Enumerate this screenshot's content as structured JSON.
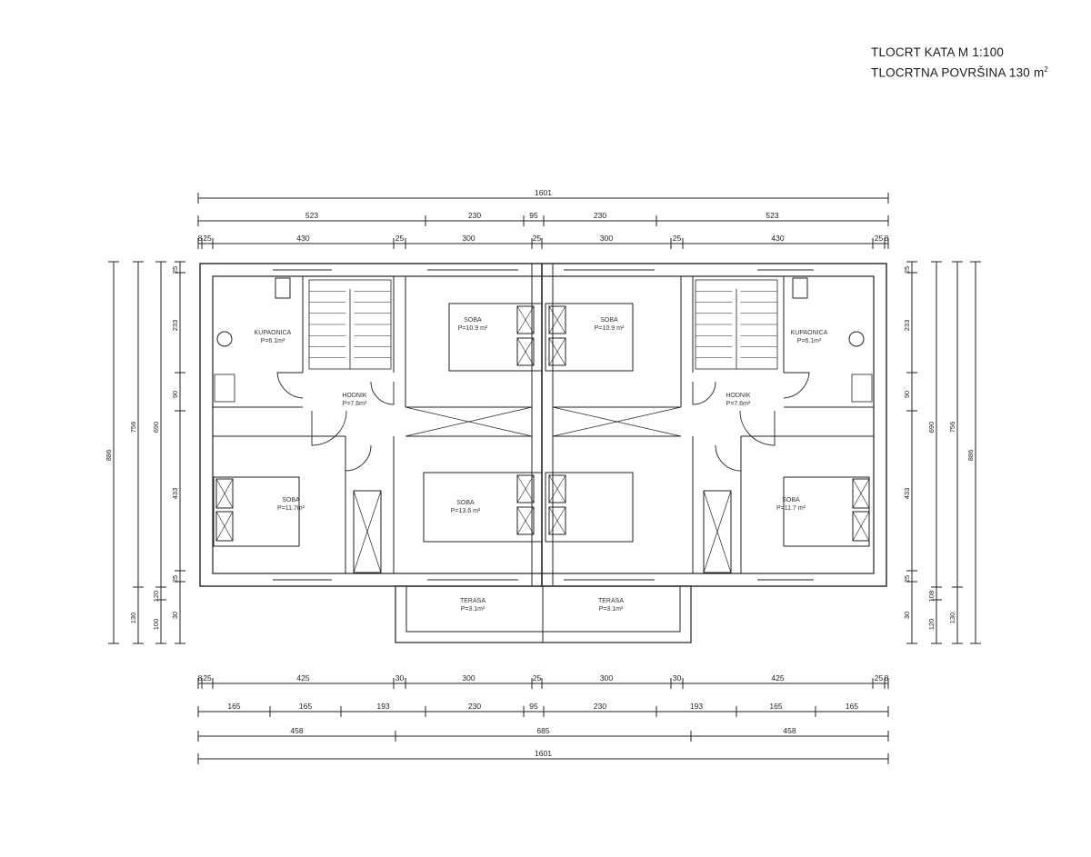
{
  "title": {
    "line1": "TLOCRT KATA  M 1:100",
    "line2_prefix": "TLOCRTNA POVRŠINA 130 m",
    "line2_sup": "2"
  },
  "dims_top": {
    "total": "1601",
    "row2": [
      "523",
      "230",
      "95",
      "230",
      "523"
    ],
    "row3": [
      "8",
      "25",
      "430",
      "25",
      "300",
      "25",
      "300",
      "25",
      "430",
      "25",
      "8"
    ]
  },
  "dims_bottom": {
    "row1": [
      "8",
      "25",
      "425",
      "30",
      "300",
      "25",
      "300",
      "30",
      "425",
      "25",
      "8"
    ],
    "row2": [
      "165",
      "165",
      "193",
      "230",
      "95",
      "230",
      "193",
      "165",
      "165"
    ],
    "row3": [
      "458",
      "685",
      "458"
    ],
    "total": "1601"
  },
  "dims_left": {
    "outer": "886",
    "second": [
      "756",
      "130"
    ],
    "third": [
      "690",
      "120",
      "100"
    ],
    "inner": [
      "25",
      "233",
      "90",
      "433",
      "25",
      "30"
    ]
  },
  "dims_right": {
    "outer": "886",
    "second": [
      "756",
      "130"
    ],
    "third": [
      "690",
      "108",
      "120"
    ],
    "inner": [
      "25",
      "233",
      "90",
      "433",
      "25",
      "30"
    ]
  },
  "rooms": [
    {
      "name": "KUPAONICA",
      "area": "P=6.1m²"
    },
    {
      "name": "HODNIK",
      "area": "P=7.6m²"
    },
    {
      "name": "SOBA",
      "area": "P=10.9 m²"
    },
    {
      "name": "SOBA",
      "area": "P=10.9 m²"
    },
    {
      "name": "HODNIK",
      "area": "P=7.6m²"
    },
    {
      "name": "KUPAONICA",
      "area": "P=6.1m²"
    },
    {
      "name": "SOBA",
      "area": "P=11.7m²"
    },
    {
      "name": "SOBA",
      "area": "P=13.6 m²"
    },
    {
      "name": "SOBA",
      "area": "P=11.7 m²"
    },
    {
      "name": "TERASA",
      "area": "P=3.1m²"
    },
    {
      "name": "TERASA",
      "area": "P=3.1m²"
    }
  ]
}
